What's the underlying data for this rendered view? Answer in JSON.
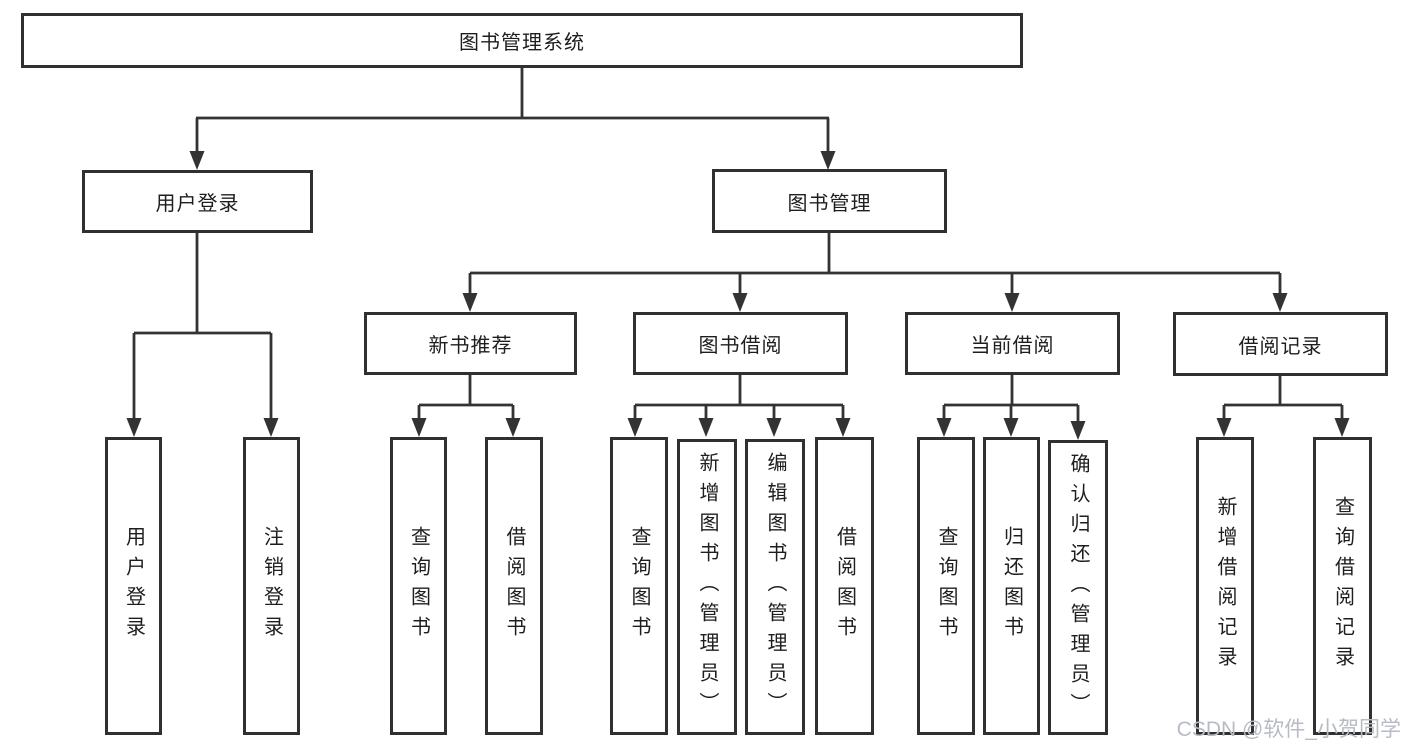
{
  "diagram": {
    "title": "图书管理系统",
    "stroke_color": "#333333",
    "box_border_color": "#303030",
    "text_color": "#1e1e1e",
    "nodes": [
      {
        "id": "root",
        "label": "图书管理系统",
        "orientation": "horizontal"
      },
      {
        "id": "user-login",
        "label": "用户登录",
        "orientation": "horizontal"
      },
      {
        "id": "book-management",
        "label": "图书管理",
        "orientation": "horizontal"
      },
      {
        "id": "new-book-recommend",
        "label": "新书推荐",
        "orientation": "horizontal"
      },
      {
        "id": "book-borrow",
        "label": "图书借阅",
        "orientation": "horizontal"
      },
      {
        "id": "current-borrow",
        "label": "当前借阅",
        "orientation": "horizontal"
      },
      {
        "id": "borrow-records",
        "label": "借阅记录",
        "orientation": "horizontal"
      },
      {
        "id": "leaf-user-login",
        "label": "用户登录",
        "orientation": "vertical"
      },
      {
        "id": "leaf-logout",
        "label": "注销登录",
        "orientation": "vertical"
      },
      {
        "id": "leaf-query-books-1",
        "label": "查询图书",
        "orientation": "vertical"
      },
      {
        "id": "leaf-borrow-books-1",
        "label": "借阅图书",
        "orientation": "vertical"
      },
      {
        "id": "leaf-query-books-2",
        "label": "查询图书",
        "orientation": "vertical"
      },
      {
        "id": "leaf-add-books",
        "label": "新增图书（管理员）",
        "orientation": "vertical"
      },
      {
        "id": "leaf-edit-books",
        "label": "编辑图书（管理员）",
        "orientation": "vertical"
      },
      {
        "id": "leaf-borrow-books-2",
        "label": "借阅图书",
        "orientation": "vertical"
      },
      {
        "id": "leaf-query-books-3",
        "label": "查询图书",
        "orientation": "vertical"
      },
      {
        "id": "leaf-return-books",
        "label": "归还图书",
        "orientation": "vertical"
      },
      {
        "id": "leaf-confirm-return",
        "label": "确认归还（管理员）",
        "orientation": "vertical"
      },
      {
        "id": "leaf-add-borrow-record",
        "label": "新增借阅记录",
        "orientation": "vertical"
      },
      {
        "id": "leaf-query-borrow-record",
        "label": "查询借阅记录",
        "orientation": "vertical"
      }
    ],
    "edges": [
      [
        "root",
        "user-login"
      ],
      [
        "root",
        "book-management"
      ],
      [
        "user-login",
        "leaf-user-login"
      ],
      [
        "user-login",
        "leaf-logout"
      ],
      [
        "book-management",
        "new-book-recommend"
      ],
      [
        "book-management",
        "book-borrow"
      ],
      [
        "book-management",
        "current-borrow"
      ],
      [
        "book-management",
        "borrow-records"
      ],
      [
        "new-book-recommend",
        "leaf-query-books-1"
      ],
      [
        "new-book-recommend",
        "leaf-borrow-books-1"
      ],
      [
        "book-borrow",
        "leaf-query-books-2"
      ],
      [
        "book-borrow",
        "leaf-add-books"
      ],
      [
        "book-borrow",
        "leaf-edit-books"
      ],
      [
        "book-borrow",
        "leaf-borrow-books-2"
      ],
      [
        "current-borrow",
        "leaf-query-books-3"
      ],
      [
        "current-borrow",
        "leaf-return-books"
      ],
      [
        "current-borrow",
        "leaf-confirm-return"
      ],
      [
        "borrow-records",
        "leaf-add-borrow-record"
      ],
      [
        "borrow-records",
        "leaf-query-borrow-record"
      ]
    ]
  },
  "watermark": {
    "text": "CSDN @软件_小贺同学",
    "color": "#b7bbc3"
  }
}
